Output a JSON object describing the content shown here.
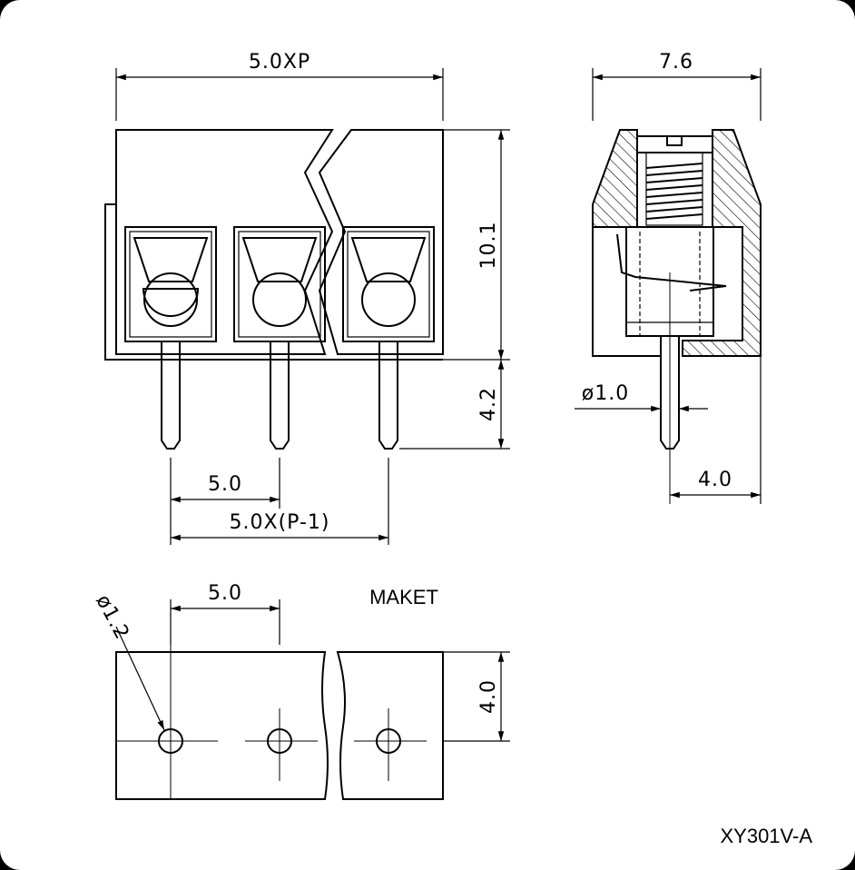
{
  "labels": {
    "section_title": "MAKET",
    "part_number": "XY301V-A"
  },
  "dimensions": {
    "total_width": "5.0XP",
    "side_depth": "7.6",
    "body_height": "10.1",
    "pin_length": "4.2",
    "pin_diameter": "ø1.0",
    "pin_offset": "4.0",
    "pitch": "5.0",
    "pitch_span": "5.0X(P-1)",
    "pcb_pitch": "5.0",
    "hole_diameter": "ø1.2",
    "pcb_row_offset": "4.0"
  }
}
